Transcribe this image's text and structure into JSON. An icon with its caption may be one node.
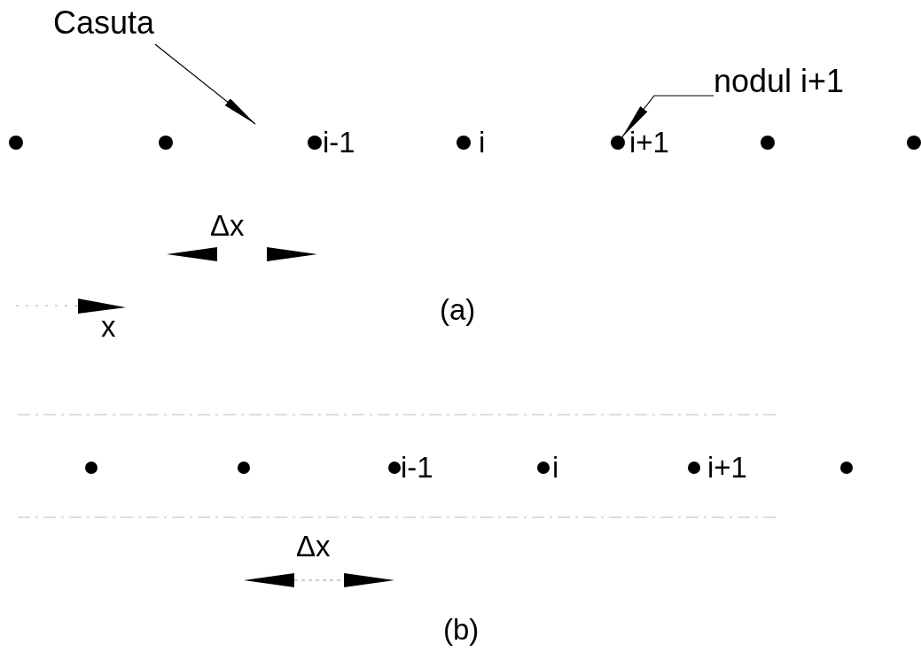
{
  "diagram": {
    "nodes": [
      {
        "text": [
          "Casuta"
        ]
      },
      {
        "text": [
          "nodul i+1"
        ]
      },
      {
        "text": [],
        "shape": "circle"
      }
    ],
    "edges": [
      {
        "from": 0,
        "to": null,
        "arrow": "to"
      },
      {
        "from": 1,
        "to": 2,
        "arrow": "to"
      }
    ],
    "labels": [
      "i-1",
      "i",
      "i+1",
      "Δx",
      "x",
      "(a)",
      "i-1",
      "i",
      "i+1",
      "Δx",
      "(b)"
    ]
  }
}
